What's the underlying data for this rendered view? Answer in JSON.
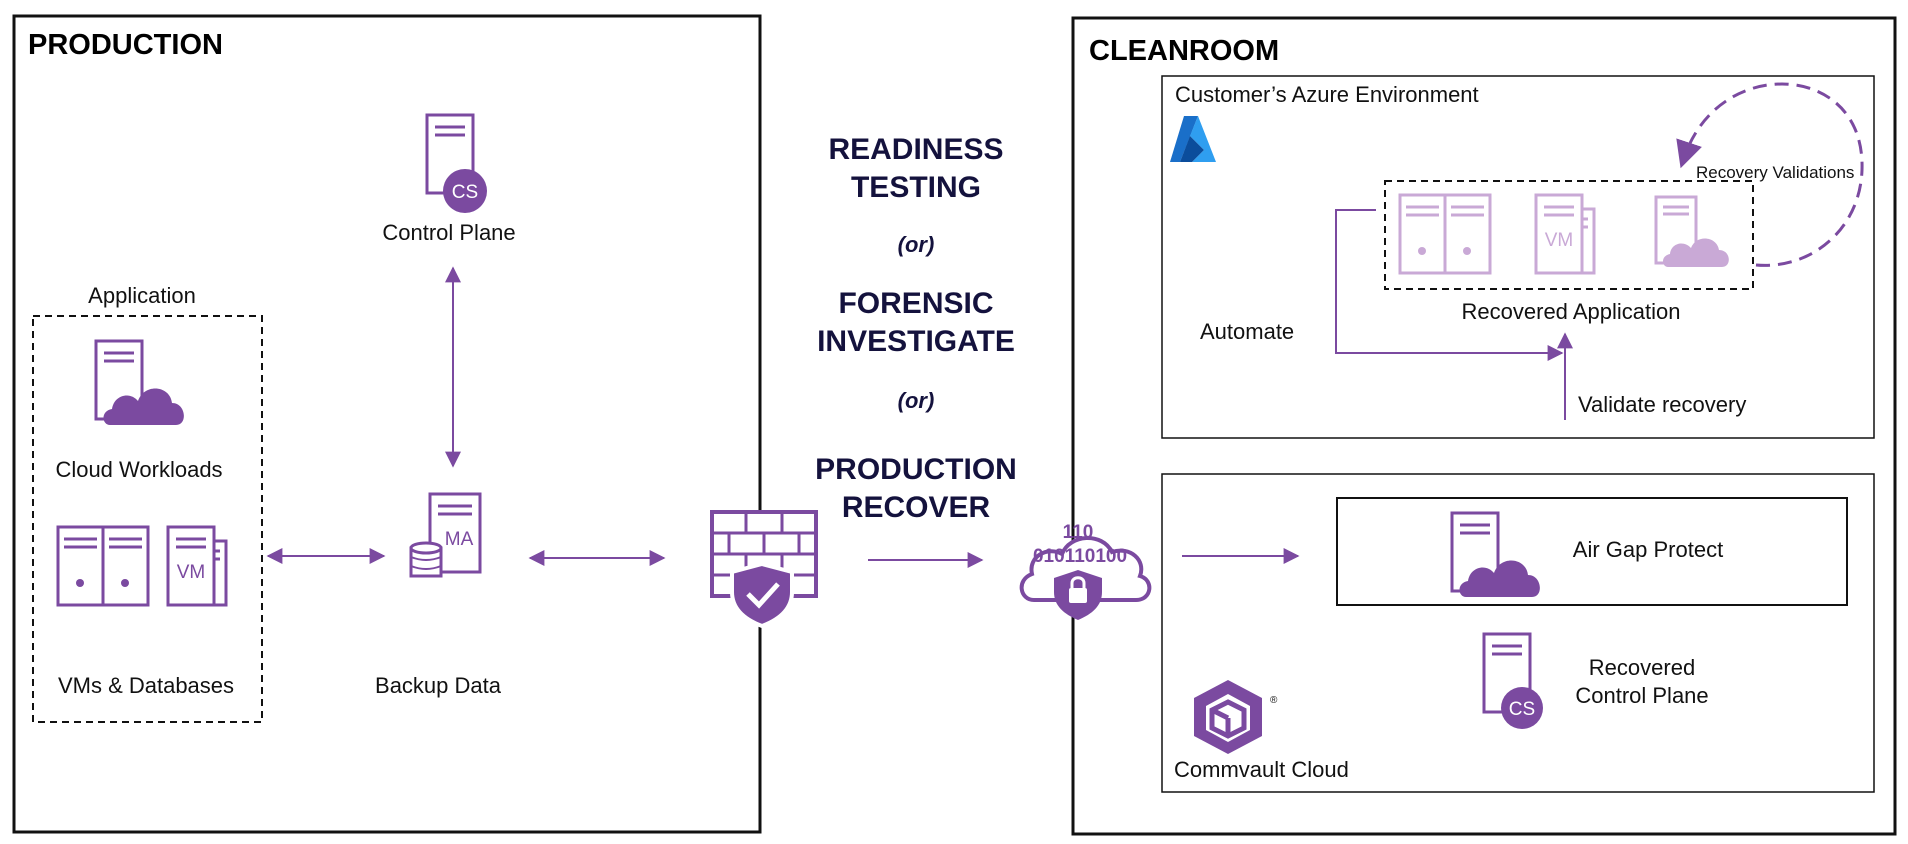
{
  "colors": {
    "accent": "#7b4aa0",
    "accent_light": "#c9a9d6",
    "navy": "#14123d",
    "azure_blue": "#1a6fc9"
  },
  "production": {
    "title": "PRODUCTION",
    "control_plane": {
      "label": "Control Plane",
      "badge": "CS",
      "icon": "server-cs-icon"
    },
    "application": {
      "label": "Application",
      "cloud_workloads": "Cloud Workloads",
      "vms_databases": "VMs & Databases",
      "vm_badge": "VM"
    },
    "backup_data": {
      "label": "Backup Data",
      "badge": "MA",
      "icon": "server-database-icon"
    }
  },
  "middle": {
    "line1a": "READINESS",
    "line1b": "TESTING",
    "or1": "(or)",
    "line2a": "FORENSIC",
    "line2b": "INVESTIGATE",
    "or2": "(or)",
    "line3a": "PRODUCTION",
    "line3b": "RECOVER",
    "firewall_icon": "firewall-shield-icon",
    "binary_cloud": {
      "top": "110",
      "bottom": "010110100",
      "icon": "secure-binary-cloud-icon"
    }
  },
  "cleanroom": {
    "title": "CLEANROOM",
    "azure": {
      "label": "Customer’s Azure Environment",
      "recovered_application": "Recovered Application",
      "recovery_validations": "Recovery Validations",
      "automate": "Automate",
      "validate_recovery": "Validate recovery",
      "vm_badge": "VM"
    },
    "commvault": {
      "air_gap_protect": "Air Gap Protect",
      "recovered_control_plane_1": "Recovered",
      "recovered_control_plane_2": "Control Plane",
      "cs_badge": "CS",
      "brand": "Commvault Cloud",
      "registered": "®"
    }
  }
}
